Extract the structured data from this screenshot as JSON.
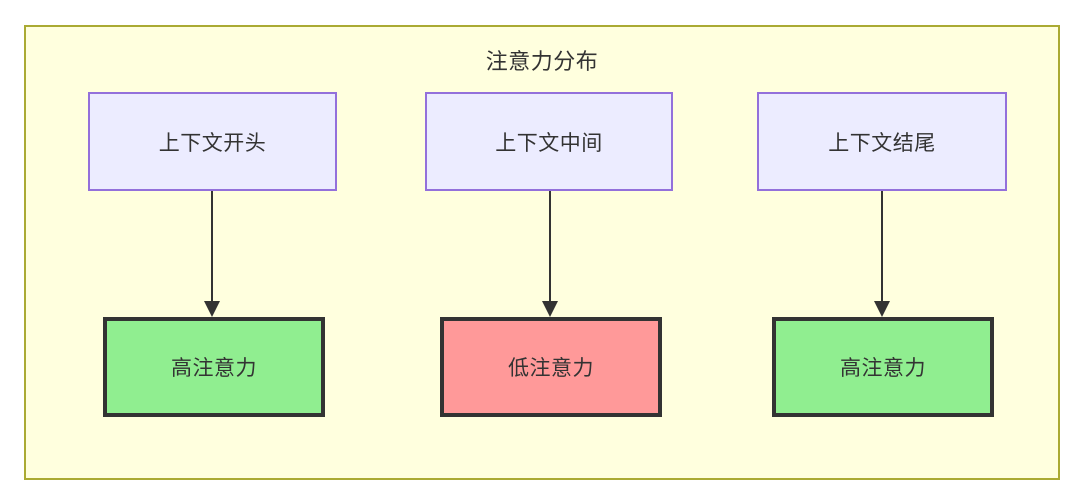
{
  "diagram": {
    "title": "注意力分布",
    "type": "flowchart",
    "container": {
      "fill": "#ffffde",
      "stroke": "#aaaa33"
    },
    "nodes": [
      {
        "id": "ctx_start",
        "label": "上下文开头",
        "role": "source",
        "column": 1,
        "fill": "#ececff",
        "stroke": "#9370db"
      },
      {
        "id": "ctx_middle",
        "label": "上下文中间",
        "role": "source",
        "column": 2,
        "fill": "#ececff",
        "stroke": "#9370db"
      },
      {
        "id": "ctx_end",
        "label": "上下文结尾",
        "role": "source",
        "column": 3,
        "fill": "#ececff",
        "stroke": "#9370db"
      },
      {
        "id": "attn_high_1",
        "label": "高注意力",
        "role": "result",
        "column": 1,
        "level": "high",
        "fill": "#90ee90",
        "stroke": "#333333"
      },
      {
        "id": "attn_low",
        "label": "低注意力",
        "role": "result",
        "column": 2,
        "level": "low",
        "fill": "#ff9999",
        "stroke": "#333333"
      },
      {
        "id": "attn_high_2",
        "label": "高注意力",
        "role": "result",
        "column": 3,
        "level": "high",
        "fill": "#90ee90",
        "stroke": "#333333"
      }
    ],
    "edges": [
      {
        "from": "ctx_start",
        "to": "attn_high_1",
        "label": "",
        "arrow": "filled-triangle"
      },
      {
        "from": "ctx_middle",
        "to": "attn_low",
        "label": "",
        "arrow": "filled-triangle"
      },
      {
        "from": "ctx_end",
        "to": "attn_high_2",
        "label": "",
        "arrow": "filled-triangle"
      }
    ]
  }
}
